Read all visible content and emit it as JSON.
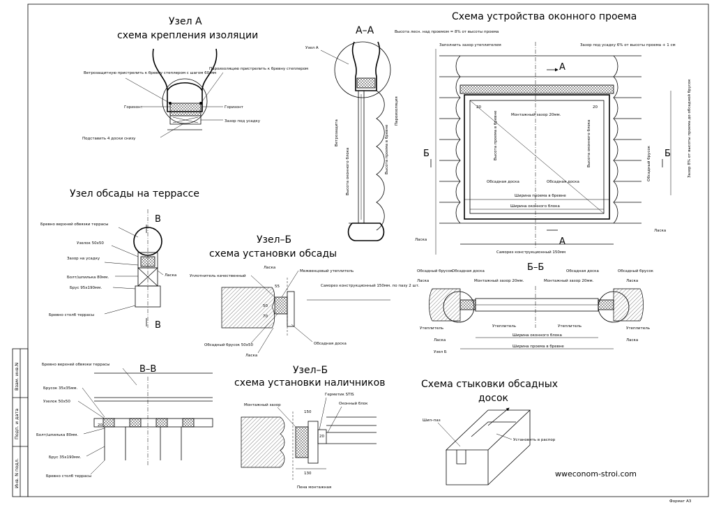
{
  "uzel_a": {
    "title": "Узел А",
    "subtitle": "схема крепления изоляции",
    "vetro_label": "Ветрозащитную пристрелить к бревну степлером с шагом 60 мм",
    "paro_label": "Пароизоляцию пристрелить к бревну степлером",
    "gorizont_left": "Горизонт",
    "gorizont_right": "Горизонт",
    "zazor": "Зазор под усадку",
    "podstavka": "Подставить 4 доски снизу"
  },
  "section_aa": {
    "title": "А–А",
    "uzel_a_ref": "Узел А",
    "vetro": "Ветрозащита",
    "paro": "Пароизоляция",
    "vys_prosv": "Высота оконного блока",
    "vys_proema": "Высота проема в бревне"
  },
  "opening": {
    "title": "Схема устройства оконного проема",
    "vys_lesn": "Высота лесн. над проемом = 8% от высоты проема",
    "zapolnit": "Заполнить зазор утеплителем",
    "zazor_usadka": "Зазор под усадку 6% от высоты проема + 1 см",
    "mont_zazor": "Монтажный зазор 20мм.",
    "dim_20_left": "20",
    "dim_20_right": "20",
    "vys_proema_vbr": "Высота проема в бревне",
    "vys_ok_bloka": "Высота оконного блока",
    "obsad_doska_left": "Обсадная доска",
    "obsad_doska_right": "Обсадная доска",
    "shir_proema": "Ширина проема в бревне",
    "shir_okbl": "Ширина оконного блока",
    "samorez": "Саморез конструкционный 150мм",
    "laska_left": "Ласка",
    "laska_right": "Ласка",
    "obsad_brusok": "Обсадный брусок",
    "zazor8": "Зазор 8% от высоты проема до обсадной брусок",
    "section_a_top": "А",
    "section_a_bottom": "А",
    "section_b_left": "Б",
    "section_b_right": "Б"
  },
  "terrace": {
    "title": "Узел обсады на террассе",
    "marker_top": "В",
    "marker_bottom": "В",
    "brevno_verh": "Бревно верхней обвязки террасы",
    "uzelok": "Узелок 50х50",
    "zazor": "Зазор на усадку",
    "bolt": "Болт/шпилька 80мм.",
    "brus": "Брус 95х190мм.",
    "laska": "Ласка",
    "brevno_stolb": "Бревно столб террасы"
  },
  "uzel_b_obs": {
    "title1": "Узел–Б",
    "title2": "схема установки обсады",
    "laska": "Ласка",
    "uplotnitel": "Уплотнитель качественный",
    "mezhv": "Межвенцовый утеплитель",
    "samorez": "Саморез конструкционный 150мм. по пазу 2 шт.",
    "dim_55": "55",
    "dim_50": "50",
    "dim_70": "70",
    "brusok": "Обсадный брусок 50х50",
    "doska": "Обсадная доска",
    "laska_bottom": "Ласка"
  },
  "section_bb": {
    "title": "Б–Б",
    "obsad_brusok_left": "Обсадный брусок",
    "obsad_doska_left": "Обсадная доска",
    "obsad_doska_right": "Обсадная доска",
    "obsad_brusok_right": "Обсадный брусок",
    "laska_left": "Ласка",
    "laska_right": "Ласка",
    "mont_left": "Монтажный зазор 20мм.",
    "mont_right": "Монтажный зазор 20мм.",
    "uteplitel_l1": "Утеплитель",
    "uteplitel_l2": "Утеплитель",
    "uteplitel_r1": "Утеплитель",
    "uteplitel_r2": "Утеплитель",
    "shir_okbl": "Ширина оконного блока",
    "shir_proema": "Ширина проема в бревне",
    "laska_bl": "Ласка",
    "laska_br": "Ласка",
    "uzel_b": "Узел Б"
  },
  "section_vv": {
    "title": "В–В",
    "brevno": "Бревно верхней обвязки террасы",
    "brusok": "Брусок 35х35мм.",
    "uzelok": "Узелок 50х50",
    "dim_20": "20",
    "bolt": "Болт/шпилька 80мм.",
    "brus": "Брус 35х190мм.",
    "stolb": "Бревно столб террасы"
  },
  "uzel_b_nal": {
    "title1": "Узел–Б",
    "title2": "схема установки наличников",
    "mont_zazor": "Монтажный зазор",
    "germetik": "Герметик STIS",
    "okonny": "Оконный блок",
    "dim_150": "150",
    "dim_20": "20",
    "dim_130": "130",
    "pena": "Пена монтажная"
  },
  "joint": {
    "title1": "Схема стыковки обсадных",
    "title2": "досок",
    "ship": "Шип–паз",
    "ustanovit": "Установить в распор"
  },
  "stamp": {
    "col1": "Взам. инв.N",
    "col2": "Подп. и дата",
    "col3": "Инв. N подл."
  },
  "site": "wweconom-stroi.com",
  "format": "Формат А3"
}
